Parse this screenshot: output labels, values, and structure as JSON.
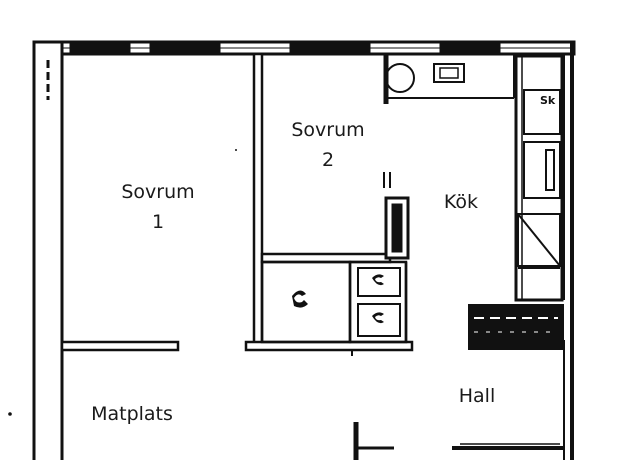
{
  "rooms": {
    "sovrum1": {
      "name": "Sovrum",
      "number": "1"
    },
    "sovrum2": {
      "name": "Sovrum",
      "number": "2"
    },
    "kok": {
      "name": "Kök"
    },
    "matplats": {
      "name": "Matplats"
    },
    "hall": {
      "name": "Hall"
    }
  },
  "colors": {
    "ink": "#111111",
    "paper": "#ffffff"
  }
}
